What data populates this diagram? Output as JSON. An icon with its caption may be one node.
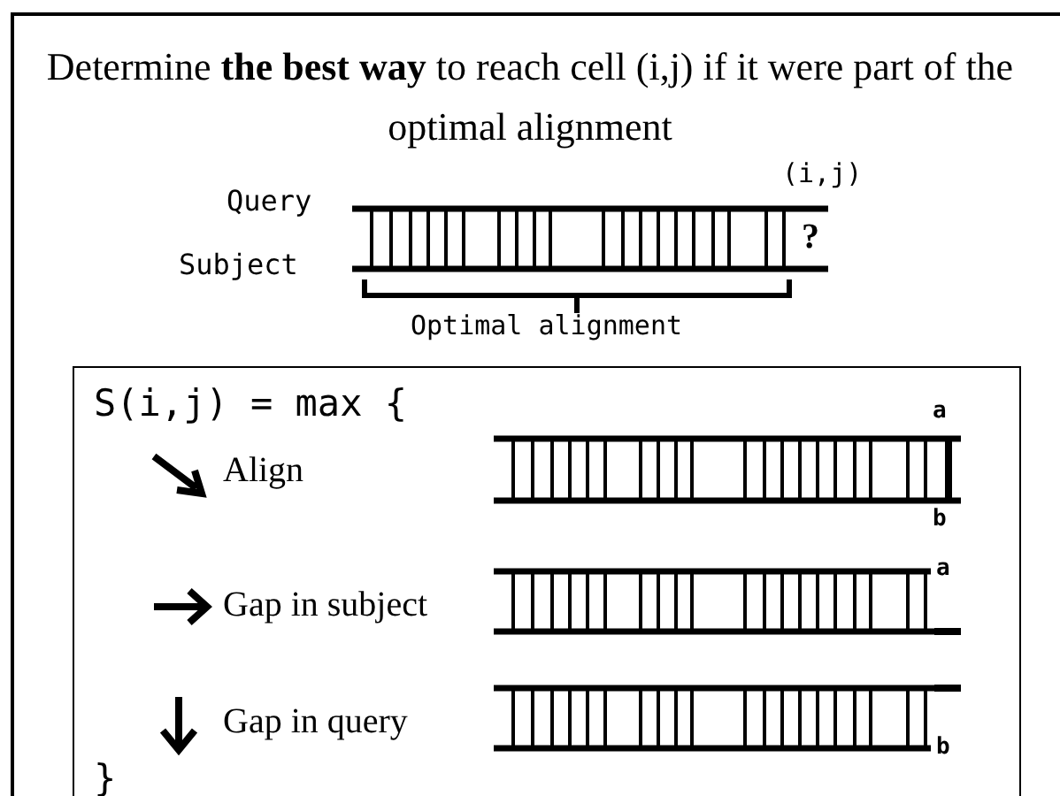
{
  "diagram": {
    "nodes": [
      {
        "text": [
          "Determine **the best way** to reach cell (i,j) if it were part of the optimal alignment"
        ]
      },
      {
        "text": [
          "S(i,j) = max {",
          "}"
        ],
        "in": 0
      }
    ],
    "labels": [
      "(i,j)",
      "Query",
      "Subject",
      "?",
      "Optimal alignment",
      "a",
      "Align",
      "b",
      "a",
      "Gap in subject",
      "Gap in query",
      "b"
    ]
  }
}
